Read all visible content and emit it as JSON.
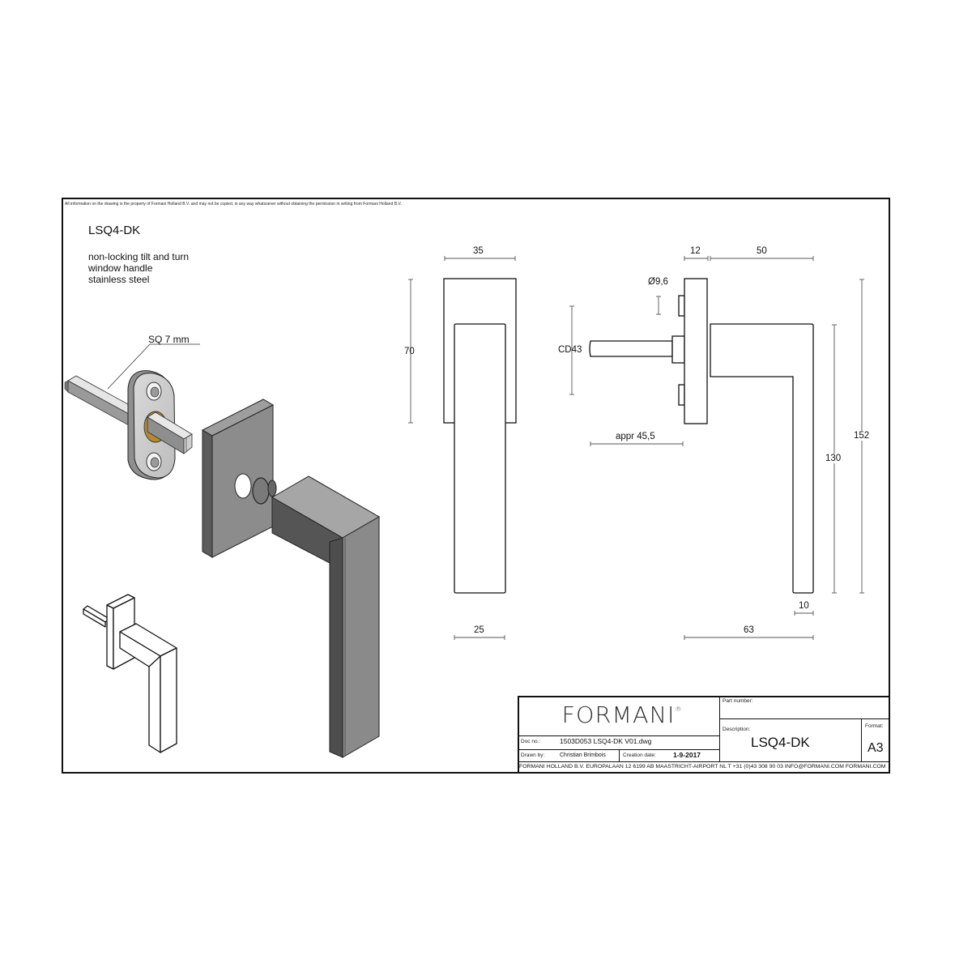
{
  "sheet": {
    "notice": "All information on the drawing is the property of Formani Holland B.V. and may not be copied, in any way whatsoever without obtaining the permission in writing from Formani Holland B.V."
  },
  "model": {
    "title": "LSQ4-DK",
    "description_lines": [
      "non-locking tilt and turn",
      "window handle",
      "stainless steel"
    ]
  },
  "callouts": {
    "spindle": "SQ 7 mm"
  },
  "dimensions": {
    "front_rosette_width": "35",
    "front_rosette_height": "70",
    "front_handle_width": "25",
    "side_rosette_depth": "12",
    "side_handle_projection": "50",
    "screw_diameter": "Ø9,6",
    "center_distance": "CD43",
    "spindle_length": "appr 45,5",
    "handle_length_inner": "130",
    "overall_height": "152",
    "lever_thickness": "10",
    "overall_depth": "63"
  },
  "title_block": {
    "brand": "FORMANI",
    "brand_mark": "®",
    "part_number_label": "Part number:",
    "part_number_value": "",
    "description_label": "Description:",
    "description_value": "LSQ4-DK",
    "format_label": "Format:",
    "format_value": "A3",
    "doc_no_label": "Doc no.:",
    "doc_no_value": "1503D053 LSQ4-DK V01.dwg",
    "drawn_by_label": "Drawn by:",
    "drawn_by_value": "Christian Brimbois",
    "creation_date_label": "Creation date:",
    "creation_date_value": "1-9-2017",
    "address": "FORMANI HOLLAND B.V.  EUROPALAAN 12  6199 AB MAASTRICHT-AIRPORT NL  T +31 (0)43 308 90 03 INFO@FORMANI.COM FORMANI.COM"
  },
  "colors": {
    "line": "#111111",
    "dim_line": "#555555",
    "steel_light": "#b8b8b8",
    "steel_mid": "#8c8c8c",
    "steel_dark": "#555555",
    "brass": "#b88a2e"
  }
}
